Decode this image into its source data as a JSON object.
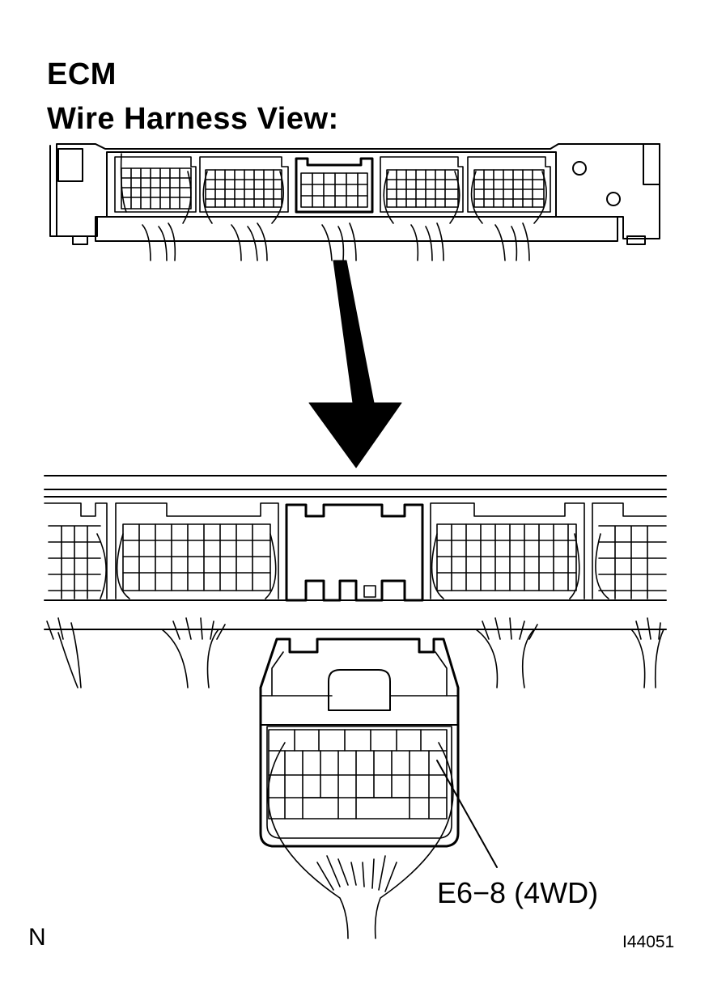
{
  "title": "ECM",
  "subtitle": "Wire Harness View:",
  "callout_label": "E6−8 (4WD)",
  "corner_letter": "N",
  "figure_id": "I44051",
  "colors": {
    "line": "#000000",
    "background": "#ffffff"
  }
}
